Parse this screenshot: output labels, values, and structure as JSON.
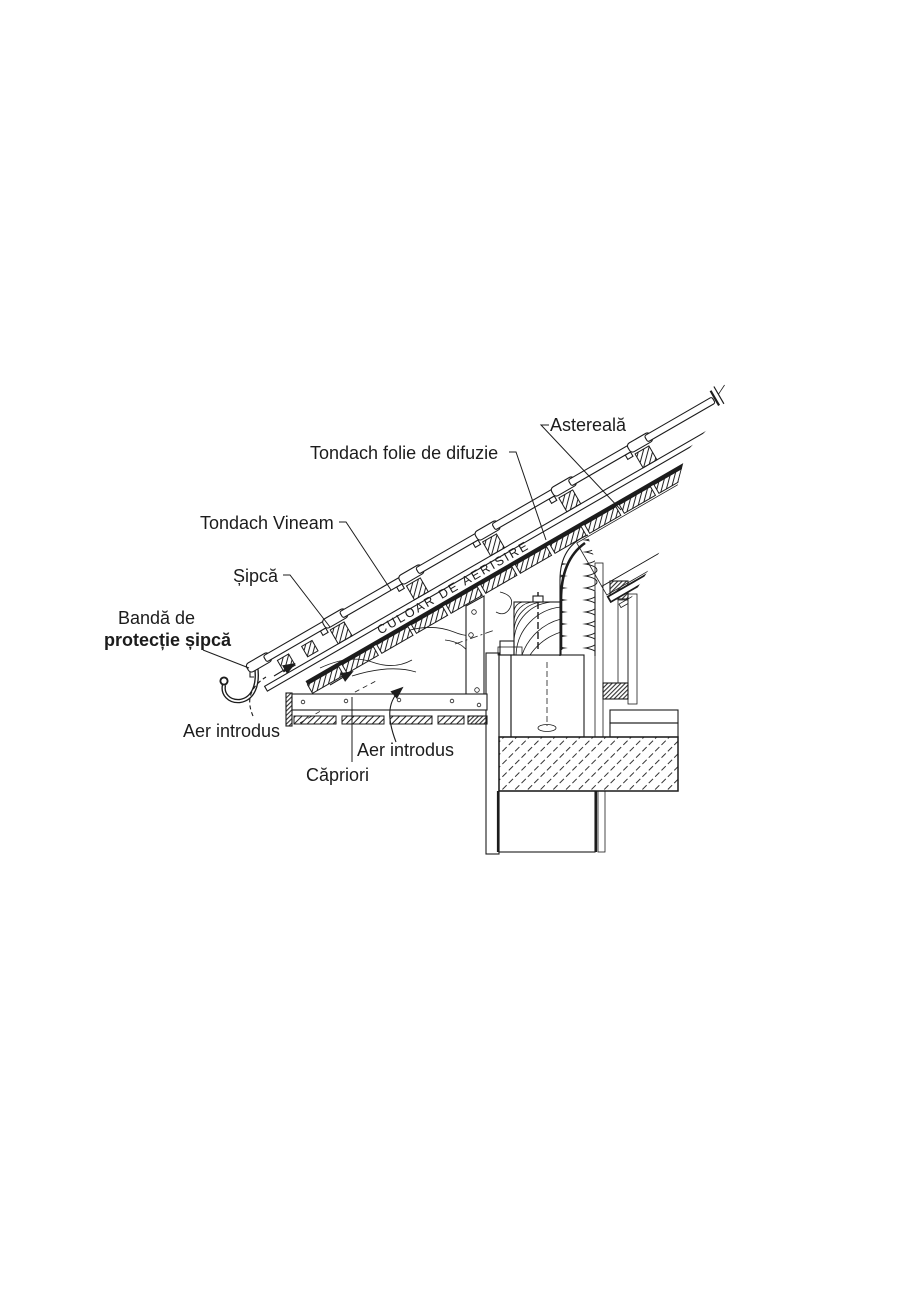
{
  "colors": {
    "ink": "#1c1c1c",
    "paper": "#ffffff"
  },
  "labels": {
    "astereala": "Astereală",
    "folie": "Tondach folie de difuzie",
    "vineam": "Tondach Vineam",
    "sipca": "Șipcă",
    "banda_line1": "Bandă de",
    "banda_line2": "protecție șipcă",
    "aer_stanga": "Aer introdus",
    "aer_dreapta": "Aer introdus",
    "capriori": "Căpriori",
    "culoar": "CULOAR DE AERISIRE"
  }
}
